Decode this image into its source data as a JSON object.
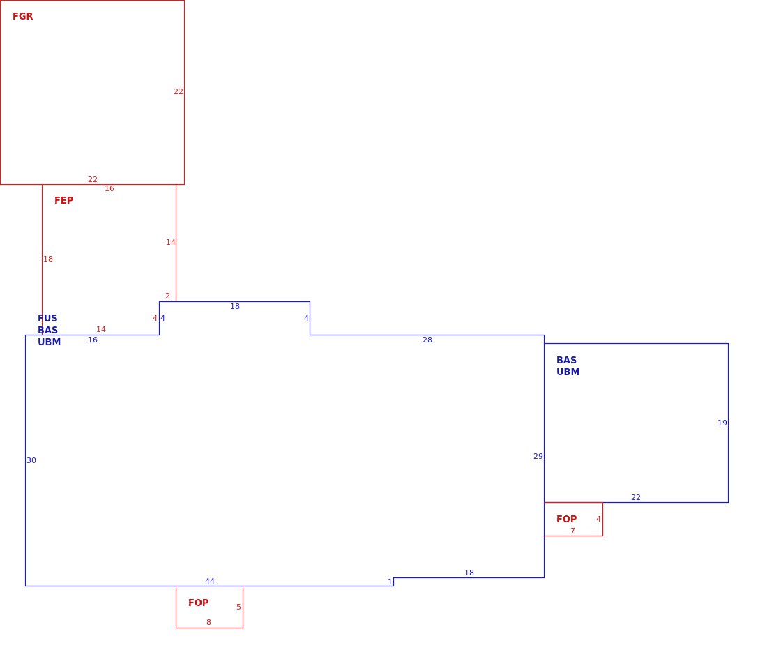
{
  "colors": {
    "addition": "#e01b1b",
    "main": "#1a1acc"
  },
  "areas": {
    "garage": {
      "code": "FGR",
      "dims": {
        "right": "22",
        "bottom": "22"
      }
    },
    "porch_enclosed": {
      "code": "FEP",
      "dims": {
        "top": "16",
        "left": "18",
        "right": "14",
        "step": "2",
        "bottom": "14",
        "notch": "4"
      }
    },
    "main": {
      "codes": [
        "FUS",
        "BAS",
        "UBM"
      ],
      "dims": {
        "top_left": "16",
        "notch_left": "4",
        "top_mid": "18",
        "notch_right": "4",
        "top_right": "28",
        "left": "30",
        "right": "29",
        "bottom": "44",
        "step": "1",
        "bottom_right": "18"
      }
    },
    "wing": {
      "codes": [
        "BAS",
        "UBM"
      ],
      "dims": {
        "right": "19",
        "bottom": "22"
      }
    },
    "porch_front": {
      "code": "FOP",
      "dims": {
        "right": "5",
        "bottom": "8"
      }
    },
    "porch_side": {
      "code": "FOP",
      "dims": {
        "right": "4",
        "bottom": "7"
      }
    }
  }
}
